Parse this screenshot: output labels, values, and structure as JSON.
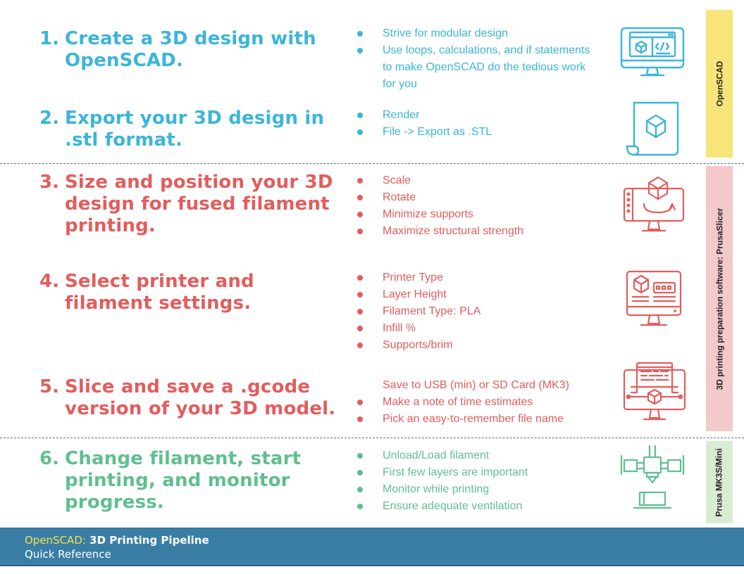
{
  "colors": {
    "teal": "#3bb5d9",
    "red": "#e45c5c",
    "green": "#5fbf8f",
    "yellow_tab": "#f7e57a",
    "pink_tab": "#f3c9c9",
    "green_tab": "#d8ecd3",
    "footer_bg": "#3a7ea5",
    "footer_accent": "#f3e04e"
  },
  "steps": [
    {
      "number": "1.",
      "title": "Create a 3D design with OpenSCAD.",
      "bullets": [
        "Strive for modular design",
        "Use loops, calculations, and if statements to make OpenSCAD do the tedious work for you"
      ],
      "icon": "monitor-code-icon"
    },
    {
      "number": "2.",
      "title": "Export your 3D design  in .stl format.",
      "bullets": [
        "Render",
        "File -> Export as .STL"
      ],
      "icon": "scroll-cube-icon"
    },
    {
      "number": "3.",
      "title": "Size and position your 3D design for fused filament printing.",
      "bullets": [
        "Scale",
        "Rotate",
        "Minimize supports",
        "Maximize structural strength"
      ],
      "icon": "monitor-rotate-cube-icon"
    },
    {
      "number": "4.",
      "title": "Select printer and filament settings.",
      "bullets": [
        "Printer Type",
        "Layer Height",
        "Filament Type: PLA",
        "Infill %",
        "Supports/brim"
      ],
      "icon": "monitor-settings-icon"
    },
    {
      "number": "5.",
      "title": "Slice and save a .gcode version of your 3D model.",
      "bullets": [
        "Save to USB (min) or SD Card (MK3)",
        "Make a note of time estimates",
        "Pick an easy-to-remember file name"
      ],
      "icon": "monitor-slice-icon"
    },
    {
      "number": "6.",
      "title": "Change filament, start printing, and monitor progress.",
      "bullets": [
        "Unload/Load filament",
        "First few layers are important",
        "Monitor while printing",
        "Ensure adequate ventilation"
      ],
      "icon": "printer-icon"
    }
  ],
  "sidebar": {
    "openscad": "OpenSCAD",
    "prusaslicer": "3D printing preparation software: PrusaSlicer",
    "printer": "Prusa MK3S/Mini"
  },
  "footer": {
    "accent": "OpenSCAD:",
    "title": " 3D Printing Pipeline",
    "subtitle": "Quick Reference"
  }
}
